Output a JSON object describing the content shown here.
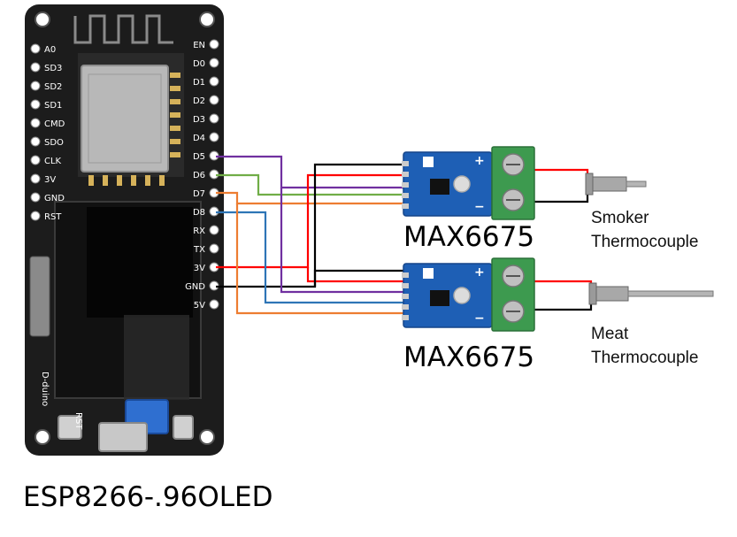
{
  "board": {
    "caption": "ESP8266-.96OLED",
    "left_pins": [
      "A0",
      "SD3",
      "SD2",
      "SD1",
      "CMD",
      "SDO",
      "CLK",
      "3V",
      "GND",
      "RST"
    ],
    "right_pins": [
      "EN",
      "D0",
      "D1",
      "D2",
      "D3",
      "D4",
      "D5",
      "D6",
      "D7",
      "D8",
      "RX",
      "TX",
      "3V",
      "GND",
      "5V"
    ],
    "side_text": "D-duino",
    "reset_text": "RST"
  },
  "modules": [
    {
      "label": "MAX6675",
      "plus": "+",
      "minus": "−"
    },
    {
      "label": "MAX6675",
      "plus": "+",
      "minus": "−"
    }
  ],
  "thermocouples": [
    {
      "line1": "Smoker",
      "line2": "Thermocouple"
    },
    {
      "line1": "Meat",
      "line2": "Thermocouple"
    }
  ],
  "colors": {
    "board": "#1c1c1c",
    "module_pcb": "#1e5fb5",
    "terminal": "#3d9a4f",
    "wire_purple": "#7030a0",
    "wire_green": "#70ad47",
    "wire_orange": "#ed7d31",
    "wire_blue": "#2e75b6",
    "wire_red": "#ff0000",
    "wire_black": "#000000"
  }
}
